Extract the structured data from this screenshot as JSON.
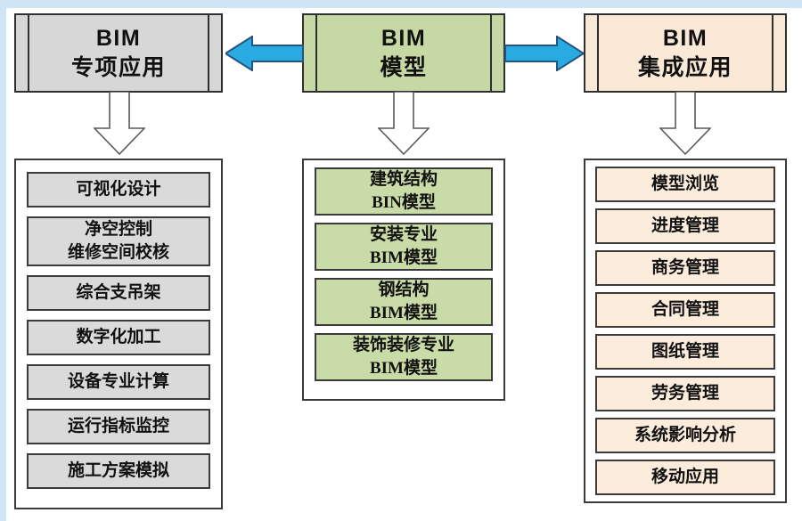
{
  "frame": {
    "edge_color": "#cfe4f4",
    "background": "#ffffff"
  },
  "columns": [
    {
      "header": "BIM\n专项应用",
      "header_fill": "#d7d7d7",
      "item_fill": "#dadada",
      "border_color": "#2f2f2f",
      "items": [
        "可视化设计",
        "净空控制\n维修空间校核",
        "综合支吊架",
        "数字化加工",
        "设备专业计算",
        "运行指标监控",
        "施工方案模拟"
      ]
    },
    {
      "header": "BIM\n模型",
      "header_fill": "#c6d8a3",
      "item_fill": "#c9dba6",
      "border_color": "#2f2f2f",
      "items": [
        "建筑结构\nBIN模型",
        "安装专业\nBIM模型",
        "钢结构\nBIM模型",
        "装饰装修专业\nBIM模型"
      ]
    },
    {
      "header": "BIM\n集成应用",
      "header_fill": "#fbe9d8",
      "item_fill": "#fcecdc",
      "border_color": "#2f2f2f",
      "items": [
        "模型浏览",
        "进度管理",
        "商务管理",
        "合同管理",
        "图纸管理",
        "劳务管理",
        "系统影响分析",
        "移动应用"
      ]
    }
  ],
  "arrows": {
    "blue_fill": "#29abe2",
    "blue_stroke": "#27527e",
    "down_fill": "#ffffff",
    "down_stroke": "#595959"
  }
}
